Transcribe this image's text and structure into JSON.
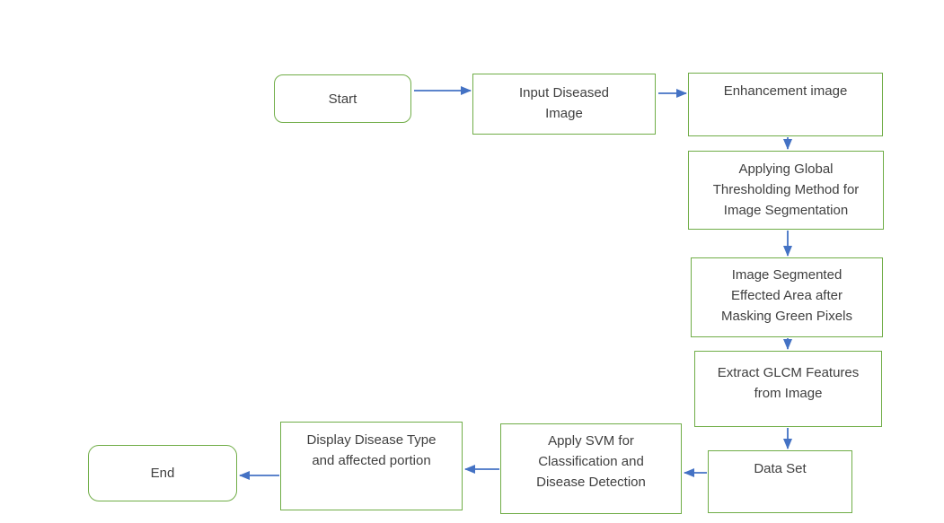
{
  "flowchart": {
    "description": "Flow diagram of plant leaf disease detection using SVM",
    "colors": {
      "node_border": "#70AD47",
      "arrow": "#4472C4",
      "text": "#404040",
      "background": "#ffffff"
    },
    "nodes": [
      {
        "id": "start",
        "shape": "terminator",
        "label": "Start",
        "lines": [
          "Start"
        ]
      },
      {
        "id": "input-diseased-image",
        "shape": "process",
        "label": "Input Diseased Image",
        "lines": [
          "Input Diseased",
          "Image"
        ]
      },
      {
        "id": "enhancement-image",
        "shape": "process",
        "label": "Enhancement image",
        "lines": [
          "Enhancement image"
        ]
      },
      {
        "id": "global-thresholding",
        "shape": "process",
        "label": "Applying Global Thresholding Method for Image Segmentation",
        "lines": [
          "Applying Global",
          "Thresholding Method for",
          "Image Segmentation"
        ]
      },
      {
        "id": "image-segmented",
        "shape": "process",
        "label": "Image Segmented Effected Area after Masking Green Pixels",
        "lines": [
          "Image Segmented",
          "Effected Area after",
          "Masking Green Pixels"
        ]
      },
      {
        "id": "extract-glcm",
        "shape": "process",
        "label": "Extract GLCM Features from Image",
        "lines": [
          "Extract GLCM Features",
          "from Image"
        ]
      },
      {
        "id": "data-set",
        "shape": "process",
        "label": "Data Set",
        "lines": [
          "Data Set"
        ]
      },
      {
        "id": "apply-svm",
        "shape": "process",
        "label": "Apply SVM for Classification and Disease Detection",
        "lines": [
          "Apply SVM for",
          "Classification and",
          "Disease Detection"
        ]
      },
      {
        "id": "display-disease",
        "shape": "process",
        "label": "Display Disease Type and affected portion",
        "lines": [
          "Display Disease Type",
          "and affected portion"
        ]
      },
      {
        "id": "end",
        "shape": "terminator",
        "label": "End",
        "lines": [
          "End"
        ]
      }
    ],
    "edges": [
      {
        "from": "start",
        "to": "input-diseased-image",
        "direction": "right"
      },
      {
        "from": "input-diseased-image",
        "to": "enhancement-image",
        "direction": "right"
      },
      {
        "from": "enhancement-image",
        "to": "global-thresholding",
        "direction": "down"
      },
      {
        "from": "global-thresholding",
        "to": "image-segmented",
        "direction": "down"
      },
      {
        "from": "image-segmented",
        "to": "extract-glcm",
        "direction": "down"
      },
      {
        "from": "extract-glcm",
        "to": "data-set",
        "direction": "down"
      },
      {
        "from": "data-set",
        "to": "apply-svm",
        "direction": "left"
      },
      {
        "from": "apply-svm",
        "to": "display-disease",
        "direction": "left"
      },
      {
        "from": "display-disease",
        "to": "end",
        "direction": "left"
      }
    ]
  }
}
